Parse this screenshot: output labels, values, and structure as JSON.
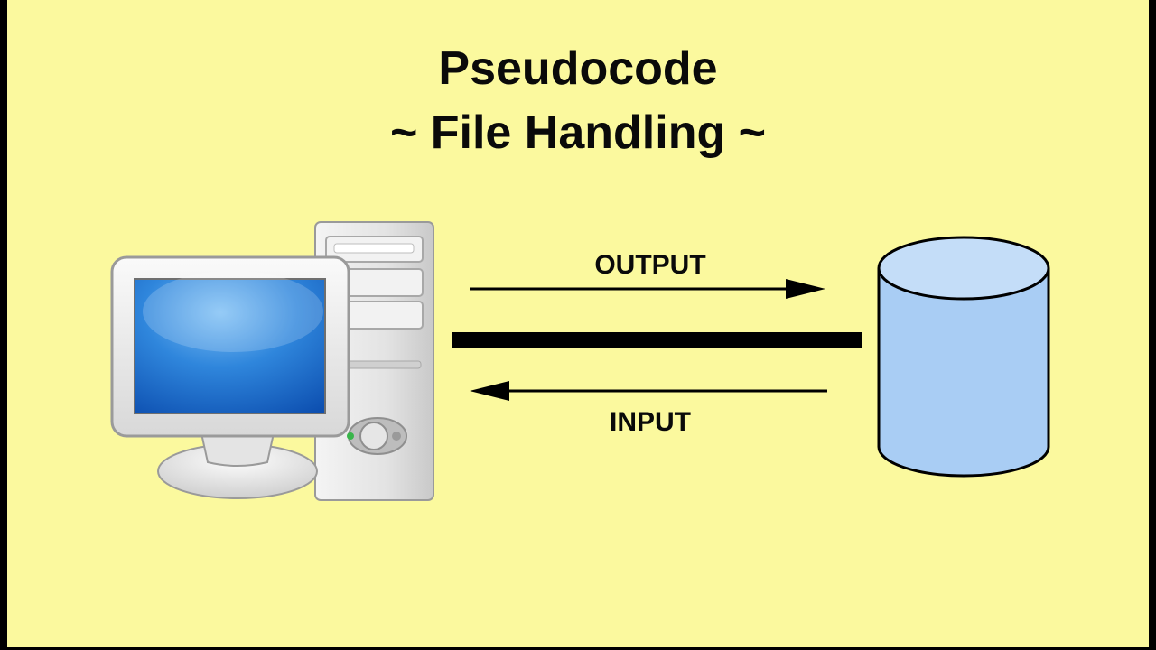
{
  "slide": {
    "title_line1": "Pseudocode",
    "title_line2": "~ File Handling ~",
    "background_color": "#fbf99e"
  },
  "diagram": {
    "output_label": "OUTPUT",
    "input_label": "INPUT",
    "left_icon": "desktop-computer-icon",
    "right_icon": "database-cylinder-icon",
    "colors": {
      "screen": "#1f6fd0",
      "cylinder": "#a9cdf4",
      "line": "#000000"
    }
  }
}
